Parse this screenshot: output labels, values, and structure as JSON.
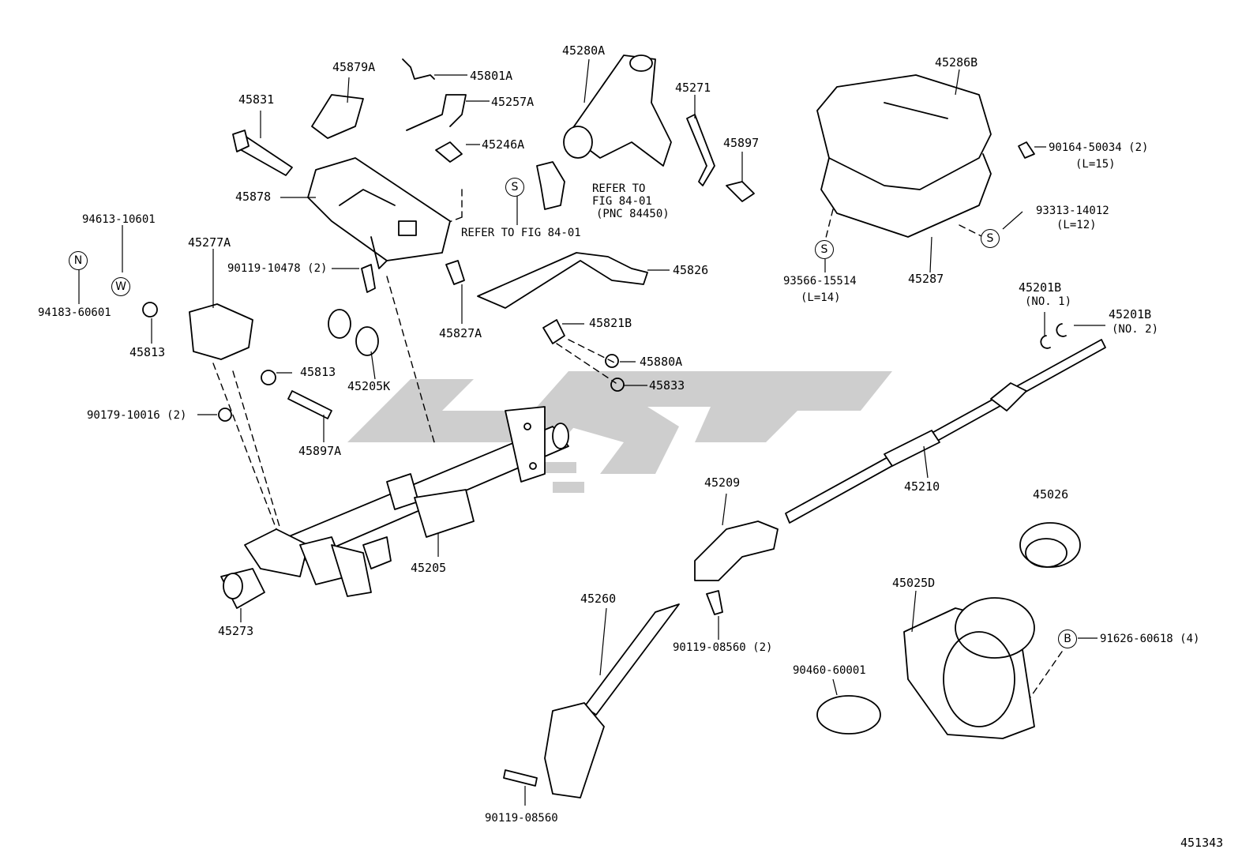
{
  "figure_id": "451343",
  "watermark_text": "",
  "labels": {
    "p45879A": "45879A",
    "p45801A": "45801A",
    "p45280A": "45280A",
    "p45286B": "45286B",
    "p45831": "45831",
    "p45257A": "45257A",
    "p45271": "45271",
    "p45246A": "45246A",
    "p45897": "45897",
    "p90164": "90164-50034 (2)",
    "p90164L": "(L=15)",
    "refer1a": "REFER TO",
    "refer1b": "FIG 84-01",
    "refer1c": "(PNC 84450)",
    "p45878": "45878",
    "refer2": "REFER TO FIG 84-01",
    "p93313": "93313-14012",
    "p93313L": "(L=12)",
    "p94613": "94613-10601",
    "p45277A": "45277A",
    "p90119a": "90119-10478 (2)",
    "p45826": "45826",
    "p93566": "93566-15514",
    "p93566L": "(L=14)",
    "p45287": "45287",
    "p94183": "94183-60601",
    "p45813a": "45813",
    "p45827A": "45827A",
    "p45201B1": "45201B",
    "p45201B1n": "(NO. 1)",
    "p45201B2": "45201B",
    "p45201B2n": "(NO. 2)",
    "p45821B": "45821B",
    "p45813b": "45813",
    "p45880A": "45880A",
    "p45205K": "45205K",
    "p45833": "45833",
    "p90179": "90179-10016 (2)",
    "p45897A": "45897A",
    "p45209": "45209",
    "p45210": "45210",
    "p45026": "45026",
    "p45205": "45205",
    "p45025D": "45025D",
    "p45273": "45273",
    "p45260": "45260",
    "p90119b": "90119-08560 (2)",
    "p91626": "91626-60618 (4)",
    "p90460": "90460-60001",
    "p90119c": "90119-08560"
  },
  "symbols": {
    "N": "N",
    "W": "W",
    "S": "S",
    "B": "B"
  },
  "colors": {
    "line": "#000000",
    "watermark": "#c8c8c8",
    "background": "#ffffff"
  }
}
